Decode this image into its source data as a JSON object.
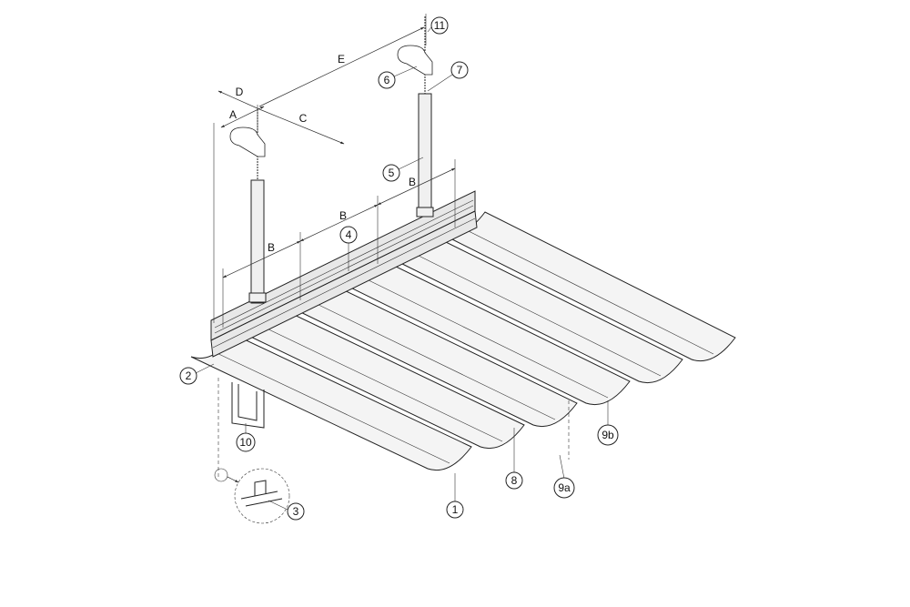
{
  "diagram": {
    "dimension_labels": {
      "A": "A",
      "B1": "B",
      "B2": "B",
      "B3": "B",
      "C": "C",
      "D": "D",
      "E": "E"
    },
    "callouts": {
      "c1": "1",
      "c2": "2",
      "c3": "3",
      "c4": "4",
      "c5": "5",
      "c6": "6",
      "c7": "7",
      "c8": "8",
      "c9a": "9a",
      "c9b": "9b",
      "c10": "10",
      "c11": "11"
    }
  }
}
